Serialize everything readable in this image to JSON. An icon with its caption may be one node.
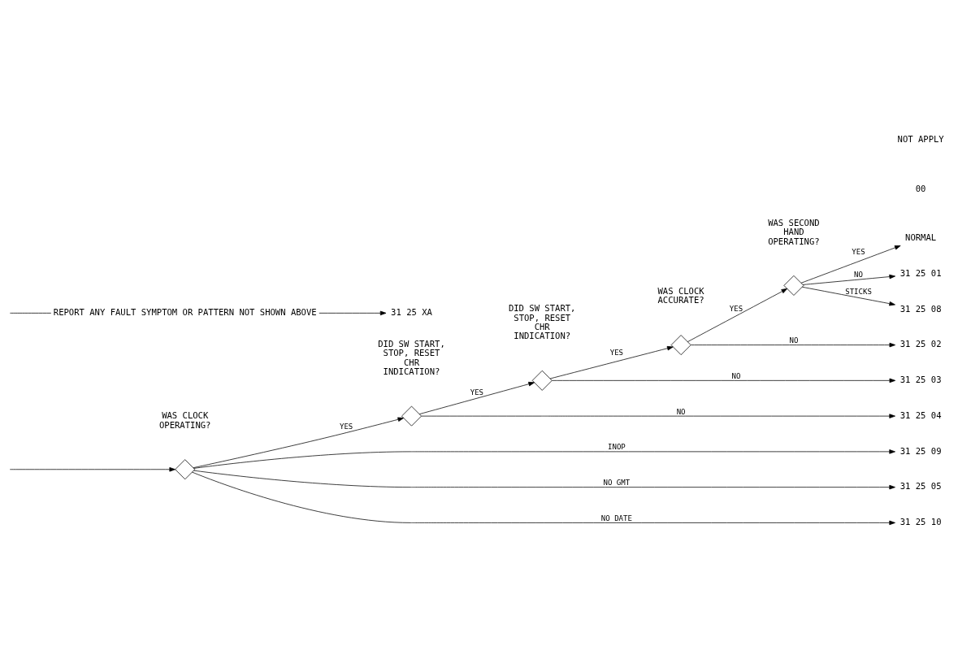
{
  "diagram": {
    "nodes": [
      {
        "text": [],
        "shape": "diamond"
      },
      {
        "text": [],
        "shape": "diamond"
      },
      {
        "text": [],
        "shape": "diamond"
      },
      {
        "text": [],
        "shape": "diamond"
      },
      {
        "text": [],
        "shape": "diamond"
      },
      {
        "text": [
          "NORMAL"
        ]
      },
      {
        "text": [
          "31 25 01"
        ]
      },
      {
        "text": [
          "31 25 08"
        ]
      },
      {
        "text": [
          "31 25 02"
        ]
      },
      {
        "text": [
          "31 25 03"
        ]
      },
      {
        "text": [
          "31 25 04"
        ]
      },
      {
        "text": [
          "31 25 09"
        ]
      },
      {
        "text": [
          "31 25 05"
        ]
      },
      {
        "text": [
          "31 25 10"
        ]
      },
      {
        "text": [
          "REPORT ANY FAULT SYMPTOM OR PATTERN NOT SHOWN ABOVE"
        ]
      },
      {
        "text": [
          "31 25 XA"
        ]
      }
    ],
    "edges": [
      {
        "from": null,
        "to": 0,
        "arrow": "to"
      },
      {
        "from": 0,
        "to": 1,
        "arrow": "to",
        "label": "YES"
      },
      {
        "from": 0,
        "to": 11,
        "arrow": "to",
        "label": "INOP"
      },
      {
        "from": 0,
        "to": 12,
        "arrow": "to",
        "label": "NO GMT"
      },
      {
        "from": 0,
        "to": 13,
        "arrow": "to",
        "label": "NO DATE"
      },
      {
        "from": 1,
        "to": 2,
        "arrow": "to",
        "label": "YES"
      },
      {
        "from": 1,
        "to": 10,
        "arrow": "to",
        "label": "NO"
      },
      {
        "from": 2,
        "to": 3,
        "arrow": "to",
        "label": "YES"
      },
      {
        "from": 2,
        "to": 9,
        "arrow": "to",
        "label": "NO"
      },
      {
        "from": 3,
        "to": 4,
        "arrow": "to",
        "label": "YES"
      },
      {
        "from": 3,
        "to": 8,
        "arrow": "to",
        "label": "NO"
      },
      {
        "from": 4,
        "to": 5,
        "arrow": "to",
        "label": "YES"
      },
      {
        "from": 4,
        "to": 6,
        "arrow": "to",
        "label": "NO"
      },
      {
        "from": 4,
        "to": 7,
        "arrow": "to",
        "label": "STICKS"
      },
      {
        "from": null,
        "to": 14,
        "arrow": "none"
      },
      {
        "from": 14,
        "to": 15,
        "arrow": "to"
      }
    ],
    "labels": [
      "WAS CLOCK OPERATING?",
      "DID SW START, STOP, RESET CHR INDICATION?",
      "DID SW START, STOP, RESET CHR INDICATION?",
      "WAS CLOCK ACCURATE?",
      "WAS SECOND HAND OPERATING?",
      "NOT APPLY",
      "00"
    ]
  }
}
